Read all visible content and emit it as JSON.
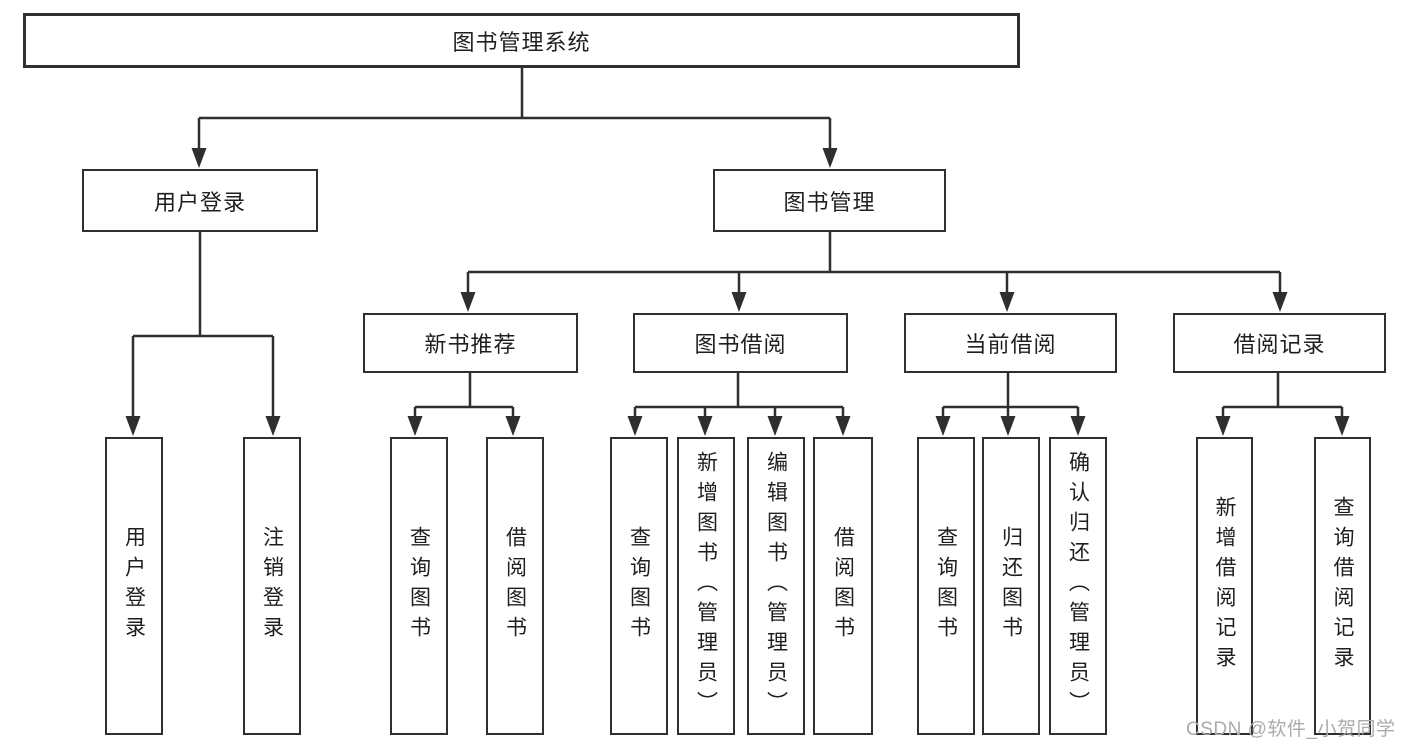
{
  "tree": {
    "root": "图书管理系统",
    "children": [
      {
        "label": "用户登录",
        "children": [
          "用户登录",
          "注销登录"
        ]
      },
      {
        "label": "图书管理",
        "children": [
          {
            "label": "新书推荐",
            "children": [
              "查询图书",
              "借阅图书"
            ]
          },
          {
            "label": "图书借阅",
            "children": [
              "查询图书",
              "新增图书（管理员）",
              "编辑图书（管理员）",
              "借阅图书"
            ]
          },
          {
            "label": "当前借阅",
            "children": [
              "查询图书",
              "归还图书",
              "确认归还（管理员）"
            ]
          },
          {
            "label": "借阅记录",
            "children": [
              "新增借阅记录",
              "查询借阅记录"
            ]
          }
        ]
      }
    ]
  },
  "watermark": {
    "text": "CSDN @软件_小贺同学"
  },
  "colors": {
    "line": "#2f2f2f",
    "text": "#1f1f1f",
    "watermark": "#ababab",
    "background": "#ffffff"
  }
}
